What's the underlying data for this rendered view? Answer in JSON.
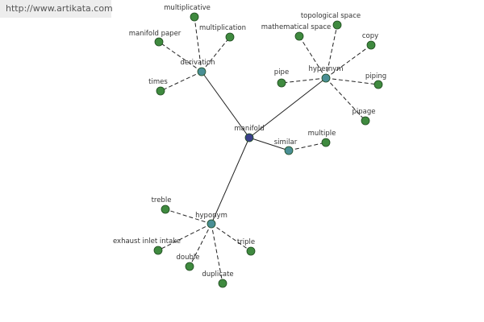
{
  "banner": {
    "url_text": "http://www.artikata.com"
  },
  "colors": {
    "center_node": "#3a3f8a",
    "hub_node": "#4a8f95",
    "leaf_node": "#3f8a3f",
    "node_stroke": "#1e4a1e",
    "edge": "#222222"
  },
  "graph": {
    "center": {
      "id": "manifold",
      "label": "manifold"
    },
    "hubs": [
      {
        "id": "derivation",
        "label": "derivation",
        "leaves": [
          {
            "id": "multiplicative",
            "label": "multiplicative"
          },
          {
            "id": "multiplication",
            "label": "multiplication"
          },
          {
            "id": "manifold-paper",
            "label": "manifold paper"
          },
          {
            "id": "times",
            "label": "times"
          }
        ]
      },
      {
        "id": "hypernym",
        "label": "hypernym",
        "leaves": [
          {
            "id": "topological-space",
            "label": "topological space"
          },
          {
            "id": "mathematical-space",
            "label": "mathematical space"
          },
          {
            "id": "copy",
            "label": "copy"
          },
          {
            "id": "pipe",
            "label": "pipe"
          },
          {
            "id": "piping",
            "label": "piping"
          },
          {
            "id": "pipage",
            "label": "pipage"
          }
        ]
      },
      {
        "id": "similar",
        "label": "similar",
        "leaves": [
          {
            "id": "multiple",
            "label": "multiple"
          }
        ]
      },
      {
        "id": "hyponym",
        "label": "hyponym",
        "leaves": [
          {
            "id": "treble",
            "label": "treble"
          },
          {
            "id": "exhaust-inlet-intake",
            "label": "exhaust inlet intake"
          },
          {
            "id": "double",
            "label": "double"
          },
          {
            "id": "duplicate",
            "label": "duplicate"
          },
          {
            "id": "triple",
            "label": "triple"
          }
        ]
      }
    ]
  }
}
